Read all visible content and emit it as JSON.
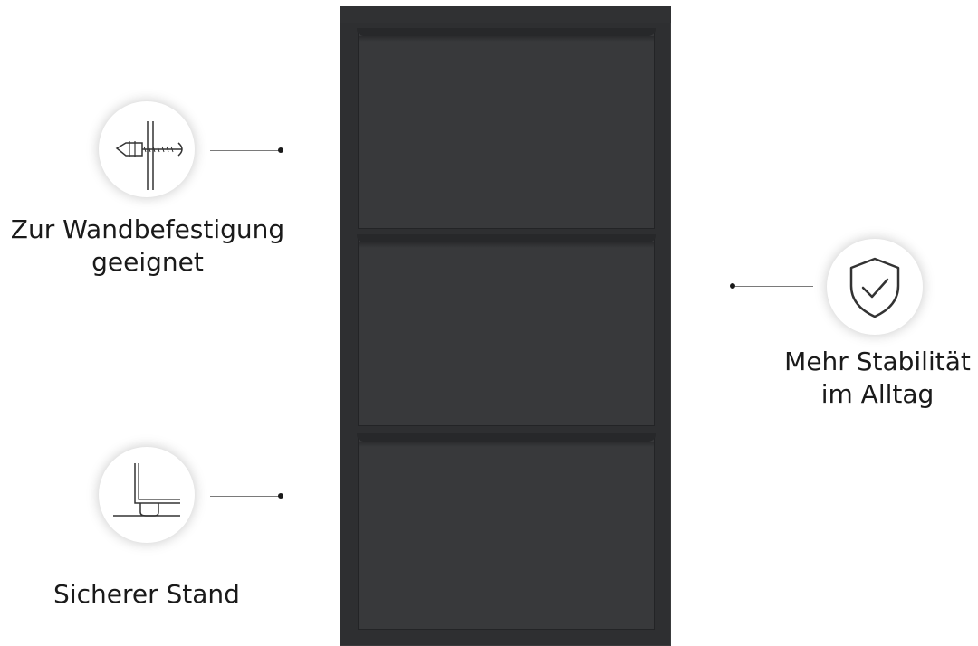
{
  "features": {
    "wall_mount": {
      "label_line1": "Zur Wandbefestigung",
      "label_line2": "geeignet",
      "icon": "wall-anchor-screw-icon"
    },
    "stable_stand": {
      "label": "Sicherer Stand",
      "icon": "floor-foot-icon"
    },
    "stability": {
      "label_line1": "Mehr Stabilität",
      "label_line2": "im Alltag",
      "icon": "shield-check-icon"
    }
  },
  "product": {
    "type": "shoe cabinet",
    "drawers": 3,
    "color": "#2e2f31"
  }
}
